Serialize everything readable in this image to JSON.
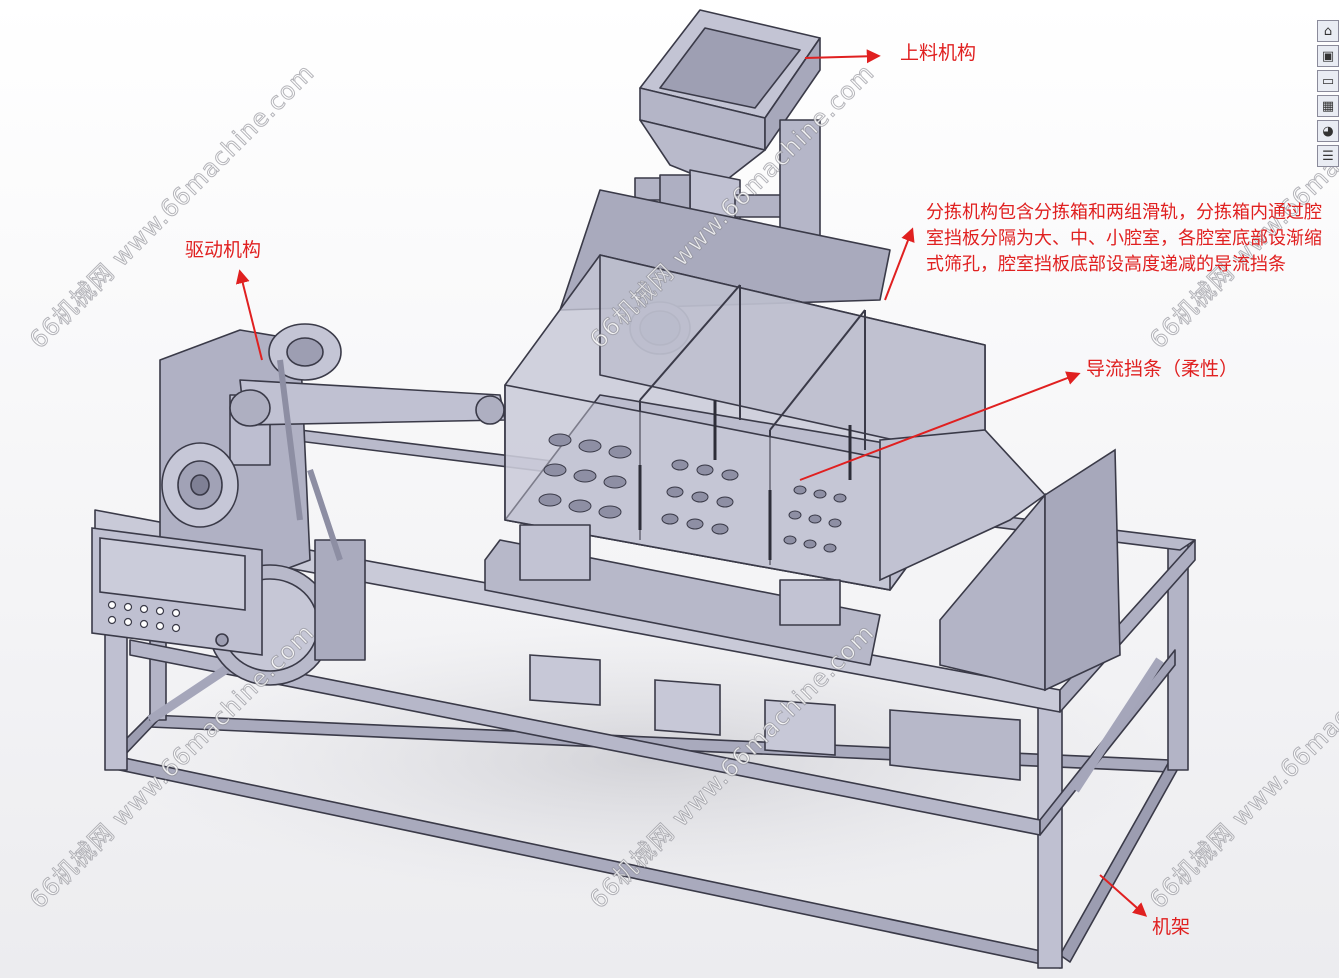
{
  "labels": {
    "feeding": "上料机构",
    "drive": "驱动机构",
    "sorting": "分拣机构包含分拣箱和两组滑轨，分拣箱内通过腔室挡板分隔为大、中、小腔室，各腔室底部设渐缩式筛孔，腔室挡板底部设高度递减的导流挡条",
    "deflector": "导流挡条（柔性）",
    "frame": "机架"
  },
  "watermark": "66机械网 www.66machine.com",
  "colors": {
    "annotation": "#e02020",
    "metal": "#b3b4c6",
    "metal_dark": "#8d8ea3",
    "metal_light": "#d2d3e0",
    "edge": "#3a3a48"
  },
  "toolbar": {
    "icons": [
      "home-icon",
      "view-cube-icon",
      "folder-icon",
      "display-icon",
      "appearance-icon",
      "properties-icon"
    ]
  }
}
